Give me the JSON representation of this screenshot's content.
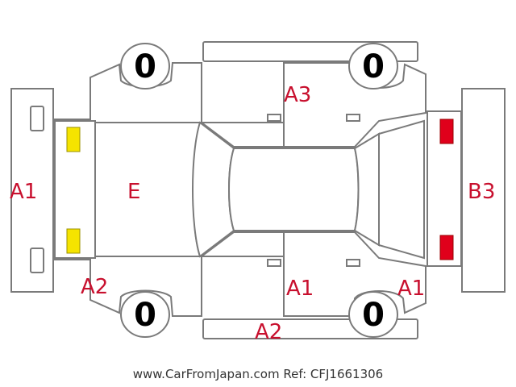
{
  "tires": {
    "front_left": "0",
    "front_right": "0",
    "rear_left": "0",
    "rear_right": "0"
  },
  "labels": {
    "front_bumper": "A1",
    "front_left_corner": "A2",
    "hood": "E",
    "roof_top_door": "A3",
    "bottom_door": "A1",
    "bottom_rear_corner": "A1",
    "rocker": "A2",
    "rear_bumper": "B3"
  },
  "colors": {
    "damage_text": "#c8102e",
    "headlight": "#f5e400",
    "taillight": "#e0001b",
    "outline": "#7a7a7a"
  },
  "footer": "www.CarFromJapan.com Ref: CFJ1661306"
}
